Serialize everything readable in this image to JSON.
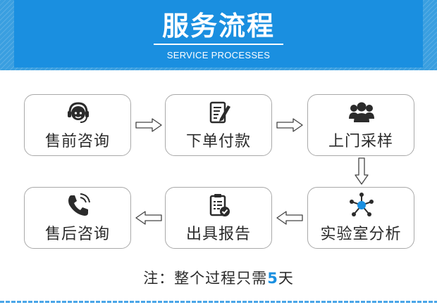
{
  "header": {
    "title": "服务流程",
    "subtitle": "SERVICE PROCESSES",
    "colors": {
      "banner": "#1a8fe0",
      "banner_outer": "#3a9fe0",
      "text": "#ffffff"
    }
  },
  "steps": [
    {
      "label": "售前咨询",
      "icon": "headset-icon"
    },
    {
      "label": "下单付款",
      "icon": "edit-document-icon"
    },
    {
      "label": "上门采样",
      "icon": "group-icon"
    },
    {
      "label": "实验室分析",
      "icon": "molecule-icon"
    },
    {
      "label": "出具报告",
      "icon": "report-check-icon"
    },
    {
      "label": "售后咨询",
      "icon": "phone-icon"
    }
  ],
  "note": {
    "prefix": "注：整个过程只需",
    "highlight": "5",
    "suffix": "天",
    "highlight_color": "#1a8fe0"
  }
}
